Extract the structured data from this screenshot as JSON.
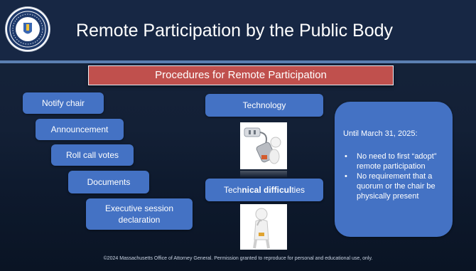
{
  "slide": {
    "title": "Remote Participation by the Public Body",
    "banner": "Procedures for Remote Participation",
    "footer": "©2024 Massachusetts Office of Attorney General. Permission granted to reproduce for personal and educational use, only."
  },
  "procedures": [
    "Notify chair",
    "Announcement",
    "Roll call votes",
    "Documents",
    "Executive session declaration"
  ],
  "middle": {
    "technology_label": "Technology",
    "difficulties_label_a": "Tech",
    "difficulties_label_b": "nical difficul",
    "difficulties_label_c": "ties"
  },
  "panel": {
    "heading": "Until March 31, 2025:",
    "bullets": [
      "No need to first “adopt” remote participation",
      "No requirement that a quorum or the chair be physically present"
    ]
  },
  "colors": {
    "box_blue": "#4472c4",
    "banner_red": "#c0504d",
    "title_bar": "#172744"
  },
  "icons": {
    "seal": "massachusetts-attorney-general-seal",
    "picture1": "person-with-plug-image",
    "picture2": "person-thinking-image"
  }
}
